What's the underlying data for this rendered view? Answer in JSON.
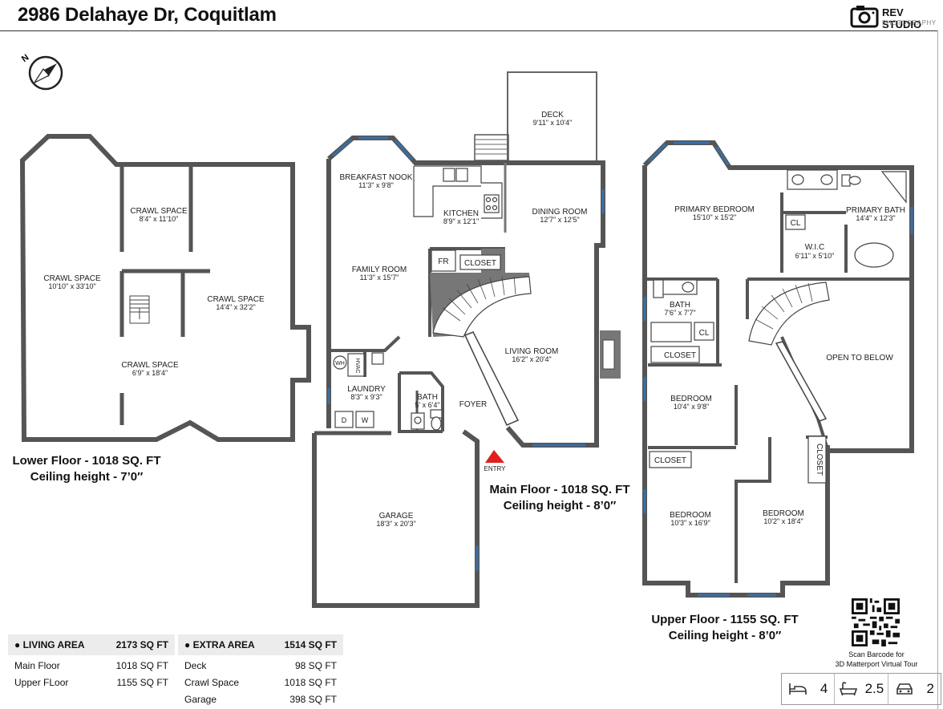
{
  "header": {
    "title": "2986 Delahaye Dr, Coquitlam",
    "logo_line1": "REV STUDIO",
    "logo_line2": "PHOTOGRAPHY"
  },
  "compass": {
    "label": "N"
  },
  "lower_floor": {
    "caption_line1": "Lower Floor - 1018 SQ. FT",
    "caption_line2": "Ceiling height - 7’0″",
    "rooms": [
      {
        "name": "CRAWL SPACE",
        "dims": "10'10\" x 33'10\""
      },
      {
        "name": "CRAWL SPACE",
        "dims": "8'4\" x 11'10\""
      },
      {
        "name": "CRAWL SPACE",
        "dims": "14'4\" x 32'2\""
      },
      {
        "name": "CRAWL SPACE",
        "dims": "6'9\" x 18'4\""
      }
    ]
  },
  "main_floor": {
    "caption_line1": "Main Floor - 1018 SQ. FT",
    "caption_line2": "Ceiling height - 8’0″",
    "entry_label": "ENTRY",
    "rooms": [
      {
        "name": "DECK",
        "dims": "9'11\" x 10'4\""
      },
      {
        "name": "BREAKFAST NOOK",
        "dims": "11'3\" x 9'8\""
      },
      {
        "name": "KITCHEN",
        "dims": "8'9\" x 12'1\""
      },
      {
        "name": "DINING ROOM",
        "dims": "12'7\" x 12'5\""
      },
      {
        "name": "FAMILY ROOM",
        "dims": "11'3\" x 15'7\""
      },
      {
        "name": "LIVING ROOM",
        "dims": "16'2\" x 20'4\""
      },
      {
        "name": "LAUNDRY",
        "dims": "8'3\" x 9'3\""
      },
      {
        "name": "BATH",
        "dims": "5' x 6'4\""
      },
      {
        "name": "FOYER",
        "dims": ""
      },
      {
        "name": "GARAGE",
        "dims": "18'3\" x 20'3\""
      }
    ],
    "labels": {
      "fr": "FR",
      "closet": "CLOSET",
      "wh": "WH",
      "hvac": "HVAC",
      "d": "D",
      "w": "W"
    }
  },
  "upper_floor": {
    "caption_line1": "Upper Floor - 1155 SQ. FT",
    "caption_line2": "Ceiling height - 8’0″",
    "rooms": [
      {
        "name": "PRIMARY BEDROOM",
        "dims": "15'10\" x 15'2\""
      },
      {
        "name": "PRIMARY BATH",
        "dims": "14'4\" x 12'3\""
      },
      {
        "name": "W.I.C",
        "dims": "6'11\" x 5'10\""
      },
      {
        "name": "BATH",
        "dims": "7'6\" x 7'7\""
      },
      {
        "name": "OPEN TO BELOW",
        "dims": ""
      },
      {
        "name": "BEDROOM",
        "dims": "10'4\" x 9'8\""
      },
      {
        "name": "BEDROOM",
        "dims": "10'3\" x 16'9\""
      },
      {
        "name": "BEDROOM",
        "dims": "10'2\" x 18'4\""
      }
    ],
    "labels": {
      "cl1": "CL",
      "cl2": "CL",
      "closet1": "CLOSET",
      "closet2": "CLOSET",
      "closet3": "CLOSET"
    }
  },
  "living_area": {
    "header_label": "LIVING AREA",
    "header_value": "2173 SQ FT",
    "rows": [
      {
        "label": "Main Floor",
        "value": "1018 SQ FT"
      },
      {
        "label": "Upper FLoor",
        "value": "1155 SQ FT"
      }
    ]
  },
  "extra_area": {
    "header_label": "EXTRA AREA",
    "header_value": "1514 SQ FT",
    "rows": [
      {
        "label": "Deck",
        "value": "98 SQ FT"
      },
      {
        "label": "Crawl Space",
        "value": "1018 SQ FT"
      },
      {
        "label": "Garage",
        "value": "398 SQ FT"
      }
    ]
  },
  "qr": {
    "line1": "Scan Barcode for",
    "line2": "3D Matterport Virtual Tour"
  },
  "stats": {
    "beds": "4",
    "baths": "2.5",
    "garage": "2"
  }
}
